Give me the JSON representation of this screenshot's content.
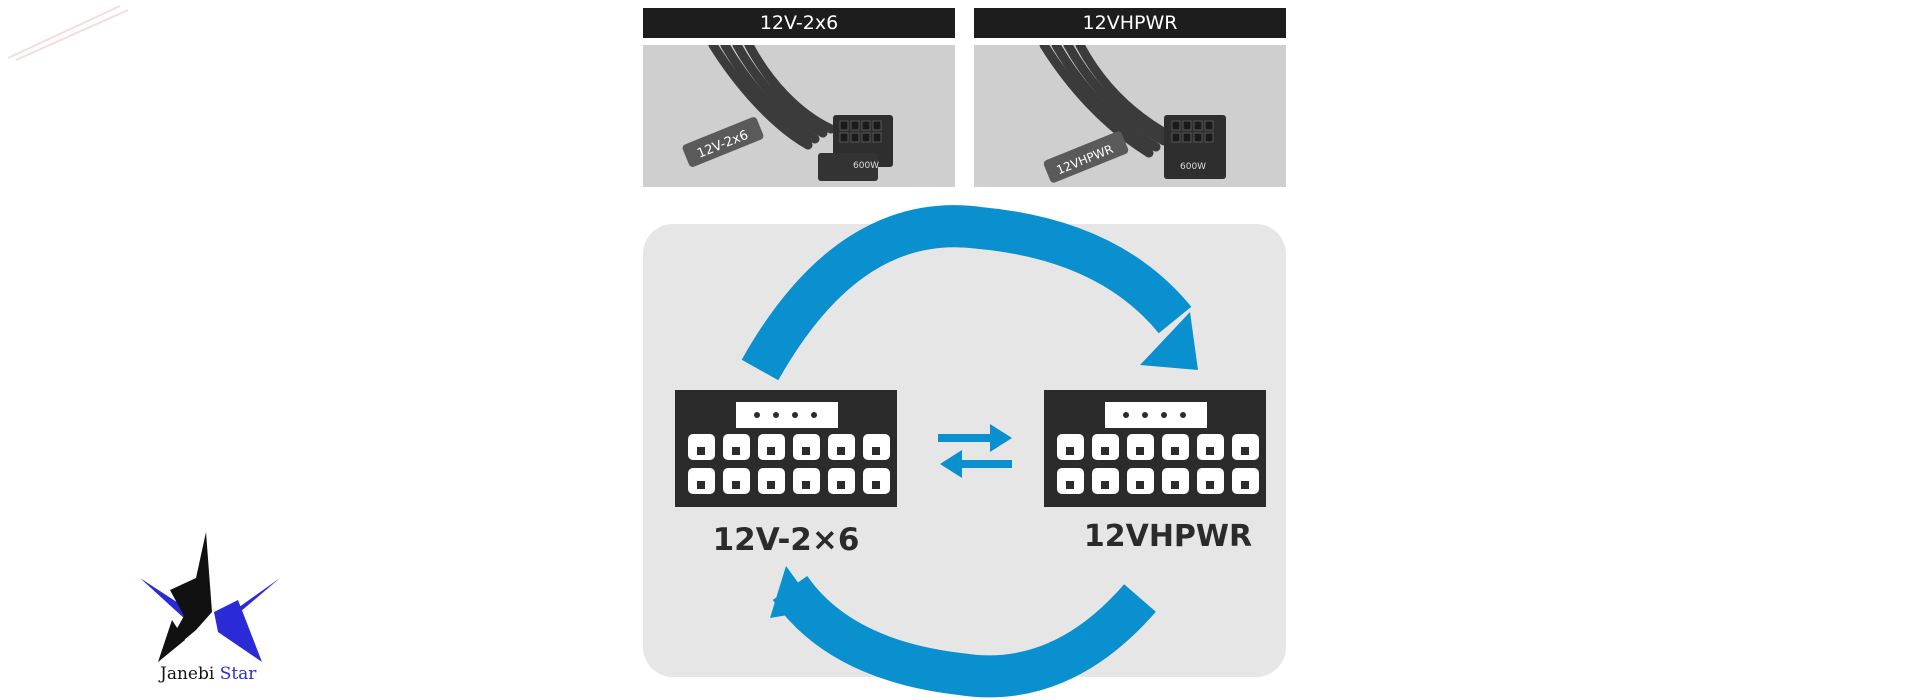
{
  "panels": [
    {
      "header": "12V-2x6",
      "cable_label": "12V-2x6",
      "watt_label": "600W"
    },
    {
      "header": "12VHPWR",
      "cable_label": "12VHPWR",
      "watt_label": "600W"
    }
  ],
  "diagram": {
    "left_connector_label": "12V-2×6",
    "right_connector_label": "12VHPWR"
  },
  "logo": {
    "word1": "Janebi",
    "word2": "Star"
  },
  "colors": {
    "arrow_blue": "#0a8fcf",
    "connector_dark": "#2b2b2b",
    "panel_bg": "#e6e6e6",
    "header_bg": "#1d1d1d",
    "logo_blue": "#2a2bd6"
  }
}
